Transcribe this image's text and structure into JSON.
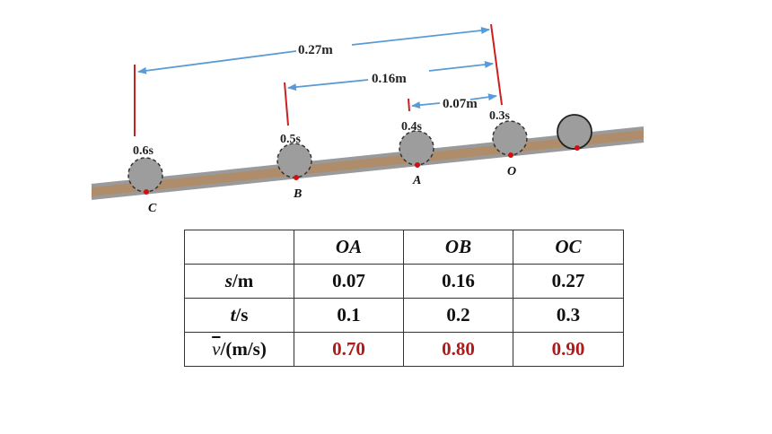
{
  "diagram": {
    "distances": {
      "d_oc": "0.27m",
      "d_ob": "0.16m",
      "d_oa": "0.07m"
    },
    "times": {
      "c": "0.6s",
      "b": "0.5s",
      "a": "0.4s",
      "o": "0.3s"
    },
    "points": {
      "c": "C",
      "b": "B",
      "a": "A",
      "o": "O"
    },
    "colors": {
      "ramp": "#b08d6a",
      "ramp_edge": "#9a9a9a",
      "ball": "#9d9d9d",
      "marker": "#cc1111",
      "dimension_arrow": "#5b9bd5",
      "dimension_tick": "#cc1f1f"
    }
  },
  "table": {
    "headers": [
      "",
      "OA",
      "OB",
      "OC"
    ],
    "rows": [
      {
        "label_var": "s",
        "label_unit": "/m",
        "values": [
          "0.07",
          "0.16",
          "0.27"
        ]
      },
      {
        "label_var": "t",
        "label_unit": "/s",
        "values": [
          "0.1",
          "0.2",
          "0.3"
        ]
      },
      {
        "label_var": "v",
        "label_unit": "/(m/s)",
        "values": [
          "0.70",
          "0.80",
          "0.90"
        ]
      }
    ],
    "highlight_color": "#b11a1a"
  }
}
